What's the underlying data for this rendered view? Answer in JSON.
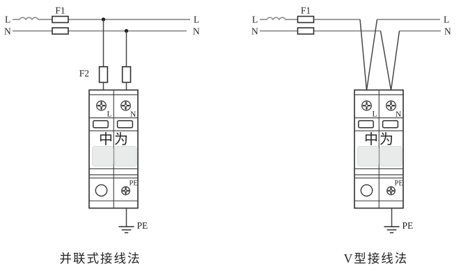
{
  "left": {
    "caption": "并联式接线法",
    "l_label_in": "L",
    "n_label_in": "N",
    "l_label_out": "L",
    "n_label_out": "N",
    "f1_label": "F1",
    "f2_label": "F2",
    "pe_label": "PE"
  },
  "right": {
    "caption": "V型接线法",
    "l_label_in": "L",
    "n_label_in": "N",
    "l_label_out": "L",
    "n_label_out": "N",
    "f1_label": "F1",
    "pe_label": "PE"
  },
  "device": {
    "terminal_l": "L",
    "terminal_n": "N",
    "brand": "中为",
    "pe_terminal": "PE"
  },
  "colors": {
    "wire_gray": "#8e8e8e",
    "dark_stroke": "#3a3a3a",
    "module_gray_fill": "#e9eaea",
    "background": "#ffffff"
  }
}
